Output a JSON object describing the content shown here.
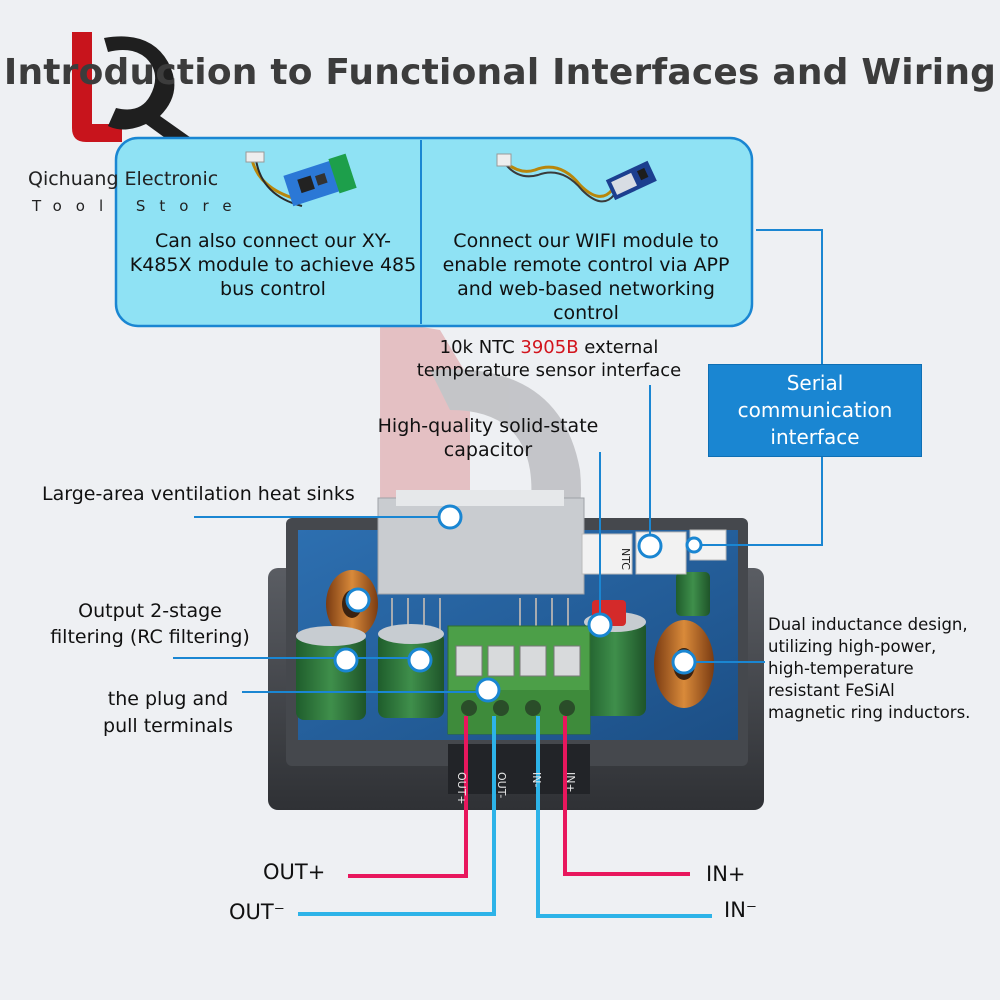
{
  "title": "Introduction to Functional Interfaces and Wiring",
  "store": {
    "name": "Qichuang Electronic",
    "subtitle": "Tool Store"
  },
  "cards": {
    "rs485": "Can also connect our XY-K485X module to achieve 485 bus control",
    "wifi": "Connect our WIFI module to enable remote control via APP and web-based networking control"
  },
  "callouts": {
    "ntc_prefix": "10k NTC ",
    "ntc_model": "3905B",
    "ntc_suffix": " external",
    "ntc_line2": "temperature sensor interface",
    "serial": "Serial communication interface",
    "capacitor_line1": "High-quality solid-state",
    "capacitor_line2": "capacitor",
    "heatsink": "Large-area ventilation heat sinks",
    "filter_line1": "Output 2-stage",
    "filter_line2": "filtering (RC filtering)",
    "plug_line1": "the plug and",
    "plug_line2": "pull terminals",
    "inductor_line1": "Dual inductance design,",
    "inductor_line2": "utilizing high-power,",
    "inductor_line3": "high-temperature",
    "inductor_line4": "resistant FeSiAl",
    "inductor_line5": "magnetic ring inductors."
  },
  "board": {
    "ntc_port": "NTC",
    "terminals": [
      "OUT+",
      "OUT-",
      "IN-",
      "IN+"
    ]
  },
  "wires": {
    "out_plus": "OUT+",
    "out_minus": "OUT⁻",
    "in_plus": "IN+",
    "in_minus": "IN⁻"
  },
  "colors": {
    "accent_blue": "#1a86d2",
    "card_fill": "#8fe2f4",
    "wire_red": "#e8175d",
    "wire_blue": "#2db3e8",
    "logo_red": "#c8141c"
  }
}
